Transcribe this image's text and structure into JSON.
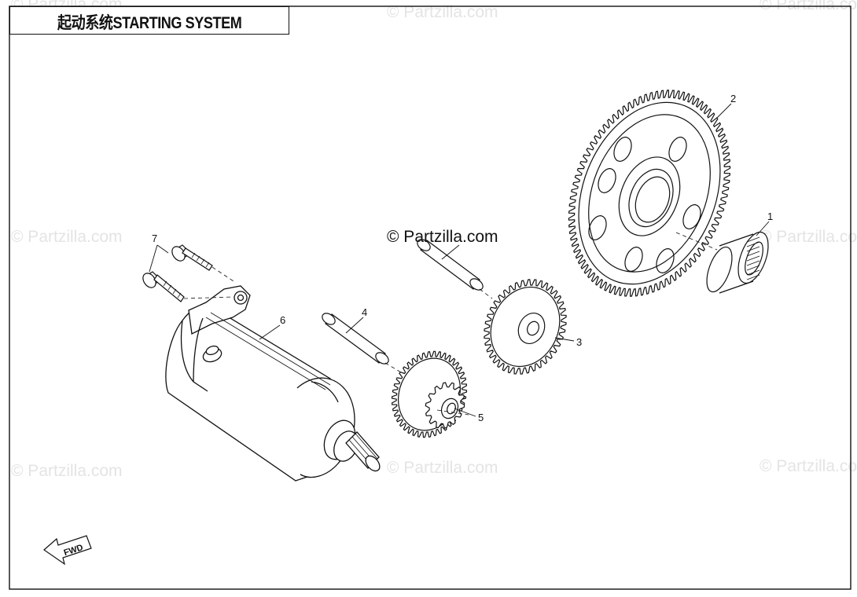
{
  "title": "起动系统STARTING SYSTEM",
  "copyright": "© Partzilla.com",
  "watermark_text": "© Partzilla.com",
  "fwd_label": "FWD",
  "callouts": [
    "1",
    "2",
    "3",
    "4",
    "5",
    "6",
    "7"
  ],
  "colors": {
    "line": "#111111",
    "watermark": "#e4e4e4",
    "background": "#ffffff"
  }
}
